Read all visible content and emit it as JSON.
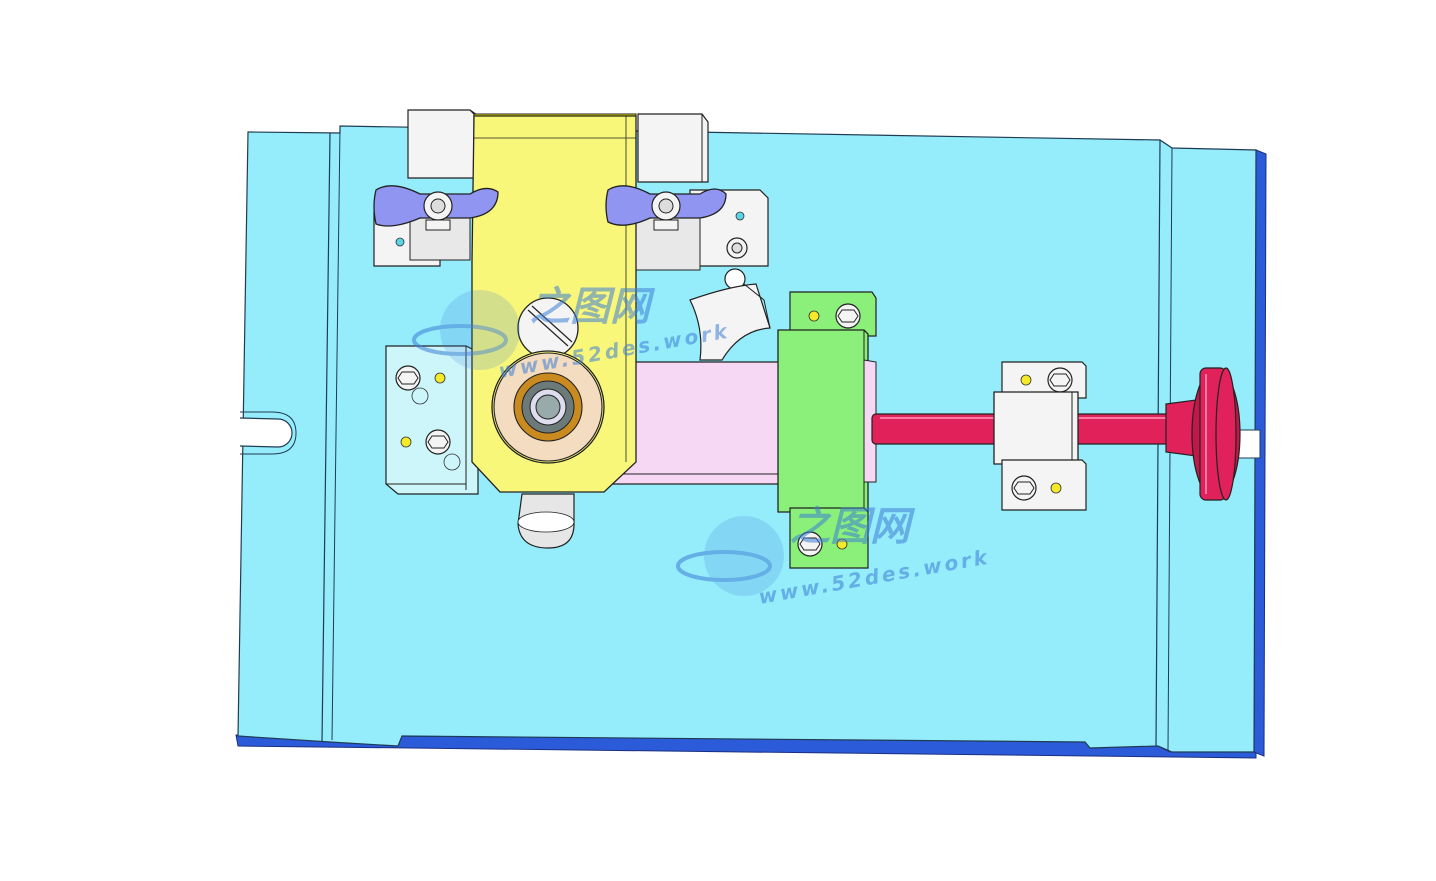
{
  "colors": {
    "background": "#ffffff",
    "base_plate": "#95ecfb",
    "base_plate_edge": "#2b5bd8",
    "yellow_clamp": "#f8f77a",
    "pink_slider": "#f7d8f4",
    "green_block": "#8af07a",
    "red_handle": "#e0215a",
    "purple_wing_nut": "#8f95f0",
    "white_block": "#f4f4f4",
    "bushing": "#f3dcc0",
    "watermark": "#3d7fd6"
  },
  "watermarks": [
    {
      "logo_text": "之图网",
      "url_text": "www.52des.work"
    },
    {
      "logo_text": "之图网",
      "url_text": "www.52des.work"
    }
  ]
}
